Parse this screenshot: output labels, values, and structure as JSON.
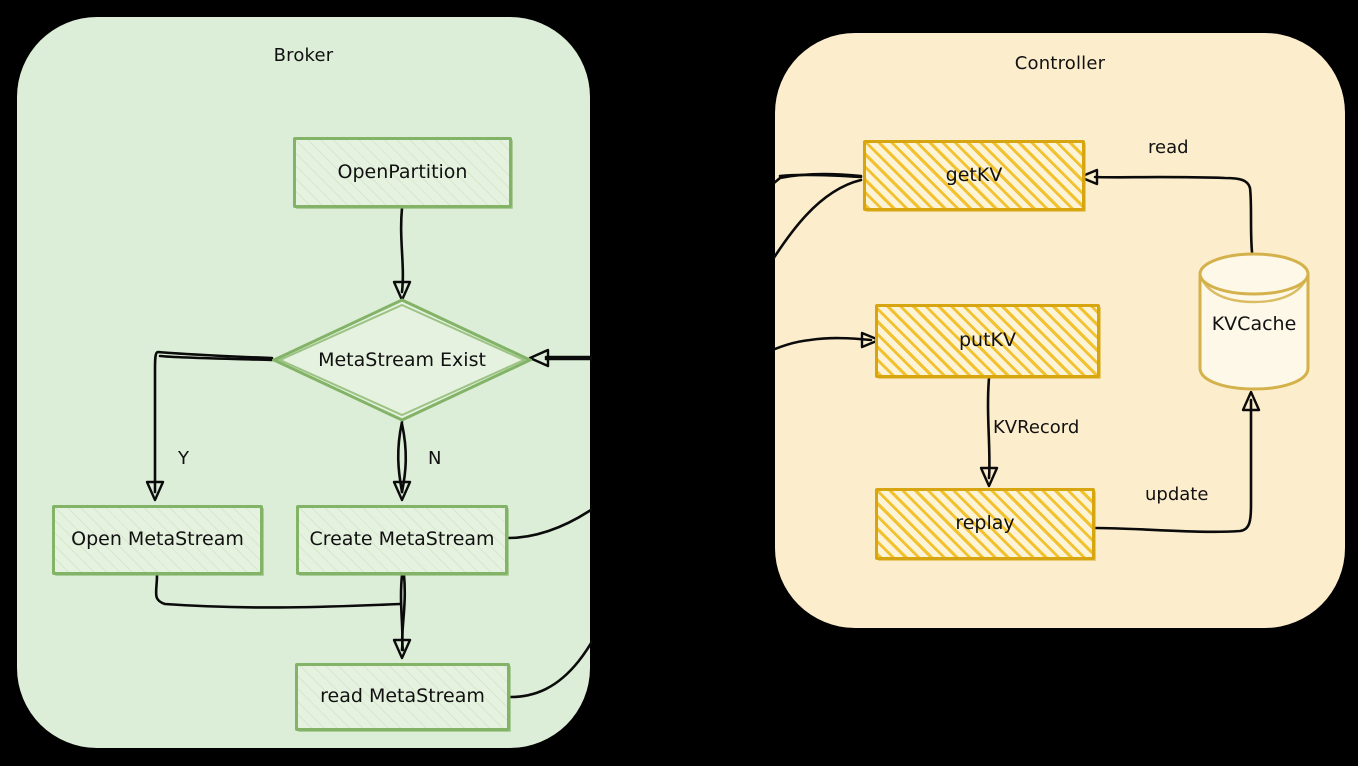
{
  "diagram": {
    "type": "flowchart",
    "title": "",
    "panels": [
      {
        "id": "broker",
        "label": "Broker",
        "fill": "#dcedd8",
        "accent": "#82b366",
        "nodes": [
          {
            "id": "open-partition",
            "label": "OpenPartition",
            "shape": "rect"
          },
          {
            "id": "metastream-exist",
            "label": "MetaStream Exist",
            "shape": "diamond"
          },
          {
            "id": "open-metastream",
            "label": "Open MetaStream",
            "shape": "rect"
          },
          {
            "id": "create-metastream",
            "label": "Create MetaStream",
            "shape": "rect"
          },
          {
            "id": "read-metastream",
            "label": "read MetaStream",
            "shape": "rect"
          }
        ]
      },
      {
        "id": "controller",
        "label": "Controller",
        "fill": "#fceecd",
        "accent": "#d6a50f",
        "nodes": [
          {
            "id": "getkv",
            "label": "getKV",
            "shape": "rect"
          },
          {
            "id": "putkv",
            "label": "putKV",
            "shape": "rect"
          },
          {
            "id": "replay",
            "label": "replay",
            "shape": "rect"
          },
          {
            "id": "kvcache",
            "label": "KVCache",
            "shape": "cylinder"
          }
        ]
      }
    ],
    "edge_labels": {
      "yes": "Y",
      "no": "N",
      "read": "read",
      "update": "update",
      "kvrecord": "KVRecord"
    },
    "edges": [
      {
        "from": "open-partition",
        "to": "metastream-exist",
        "label": ""
      },
      {
        "from": "metastream-exist",
        "to": "open-metastream",
        "label": "Y"
      },
      {
        "from": "metastream-exist",
        "to": "create-metastream",
        "label": "N"
      },
      {
        "from": "open-metastream",
        "to": "read-metastream",
        "label": ""
      },
      {
        "from": "create-metastream",
        "to": "read-metastream",
        "label": ""
      },
      {
        "from": "read-metastream",
        "to": "getkv",
        "label": ""
      },
      {
        "from": "create-metastream",
        "to": "putkv",
        "label": ""
      },
      {
        "from": "getkv",
        "to": "metastream-exist",
        "label": ""
      },
      {
        "from": "kvcache",
        "to": "getkv",
        "label": "read"
      },
      {
        "from": "putkv",
        "to": "replay",
        "label": "KVRecord"
      },
      {
        "from": "replay",
        "to": "kvcache",
        "label": "update"
      }
    ]
  }
}
